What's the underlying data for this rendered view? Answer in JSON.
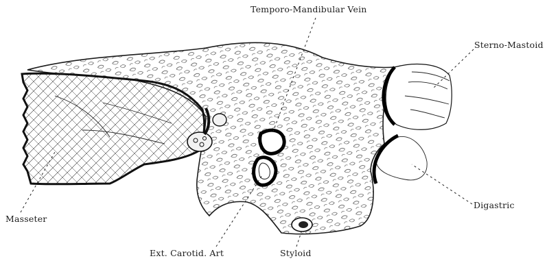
{
  "labels": {
    "temporo_mandibular_vein": "Temporo-Mandibular Vein",
    "sterno_mastoid": "Sterno-Mastoid",
    "masseter": "Masseter",
    "digastric": "Digastric",
    "ext_carotid_art": "Ext. Carotid. Art",
    "styloid": "Styloid"
  },
  "colors": {
    "ink": "#1b1b1b",
    "paper": "#ffffff"
  }
}
